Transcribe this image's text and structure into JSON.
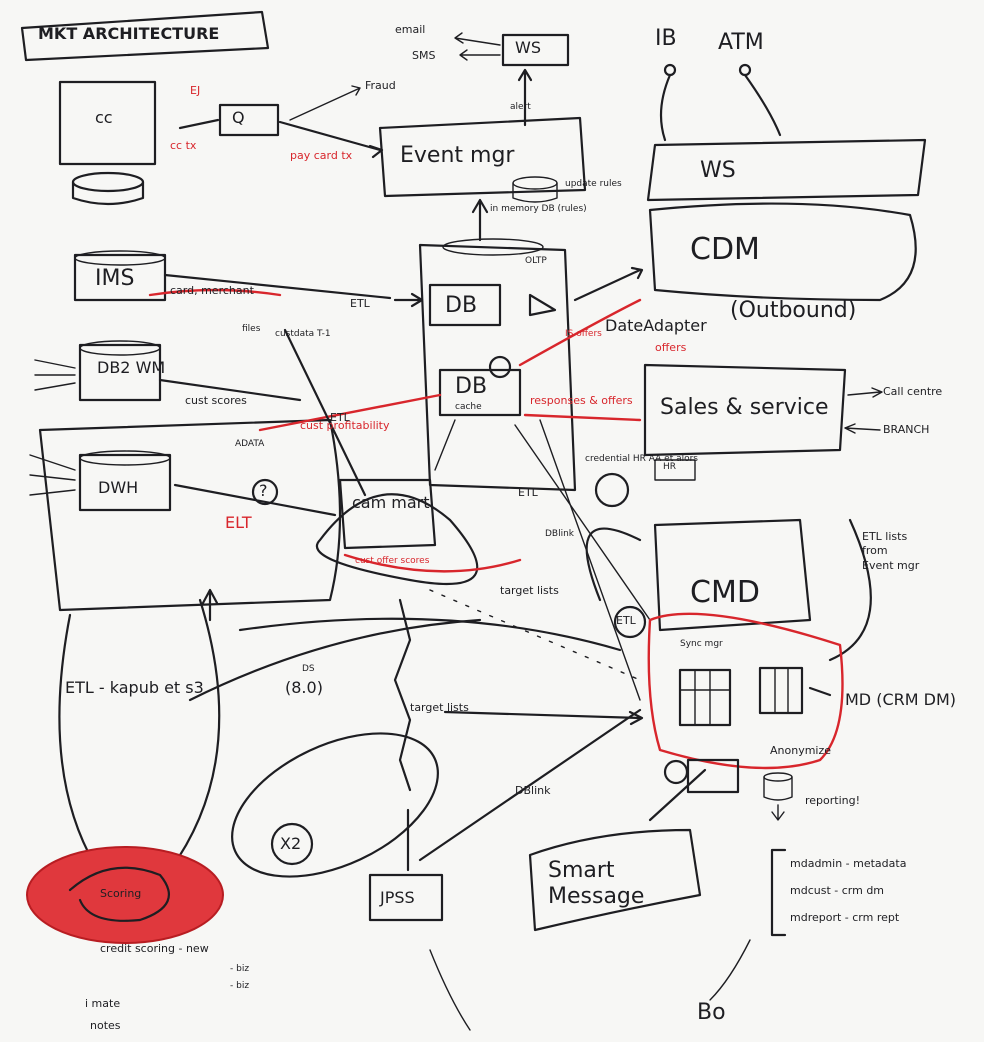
{
  "title": "MKT ARCHITECTURE",
  "top": {
    "email": "email",
    "sms": "SMS",
    "ws": "WS",
    "fraud": "Fraud",
    "alert": "alert",
    "event_mgr": "Event mgr",
    "in_memory": "in memory DB (rules)",
    "update_rules": "update rules",
    "ib": "IB",
    "atm": "ATM",
    "ws_right": "WS",
    "cdm": "CDM"
  },
  "left": {
    "cc": "cc",
    "q": "Q",
    "ej": "EJ",
    "cc_tx": "cc tx",
    "pay_card_tx": "pay card tx",
    "ims": "IMS",
    "card_merchant": "card, merchant",
    "files": "files",
    "custdata": "custdata T-1",
    "db2": "DB2 WM",
    "cust_scores": "cust scores",
    "dwh": "DWH",
    "adata": "ADATA",
    "q_mark": "?",
    "elt": "ELT"
  },
  "center": {
    "oltp": "OLTP",
    "etl1": "ETL",
    "db1": "DB",
    "db2": "DB",
    "db2_sub": "cache",
    "cust_profitability": "cust profitability",
    "responses": "responses & offers",
    "offers_top": "IS offers",
    "date_adapter": "DateAdapter",
    "outbound": "(Outbound)",
    "offers_red": "offers",
    "etl2": "ETL",
    "etl3": "ETL",
    "cam_mart": "cam mart",
    "cust_offer_scores": "cust offer scores",
    "target_lists": "target lists",
    "dblink": "DBlink",
    "credential": "credential HR AA et alors",
    "hr": "HR"
  },
  "right": {
    "sales_service": "Sales & service",
    "call_centre": "Call centre",
    "branch": "BRANCH",
    "etl_lists": "ETL lists from Event mgr",
    "cmd": "CMD",
    "etl4": "ETL",
    "sync_mgr": "Sync mgr",
    "md": "MD (CRM DM)",
    "anonymize": "Anonymize",
    "reporting": "reporting!",
    "mdadmin": "mdadmin - metadata",
    "mdcust": "mdcust - crm dm",
    "mdreport": "mdreport - crm rept",
    "bo": "Bo"
  },
  "bottom": {
    "etl_kapub": "ETL - kapub et s3",
    "ds": "DS",
    "ds_ver": "(8.0)",
    "target_lists2": "target lists",
    "dblink2": "DBlink",
    "x2": "X2",
    "jpss": "JPSS",
    "smart_message": "Smart Message",
    "scoring": "Scoring",
    "credit_scoring": "credit scoring - new",
    "biz1": "- biz",
    "biz2": "- biz",
    "i_mate": "i mate",
    "notes": "notes"
  },
  "colors": {
    "ink": "#1e1e22",
    "marker_red": "#d8262c",
    "highlight": "#e0383d"
  }
}
